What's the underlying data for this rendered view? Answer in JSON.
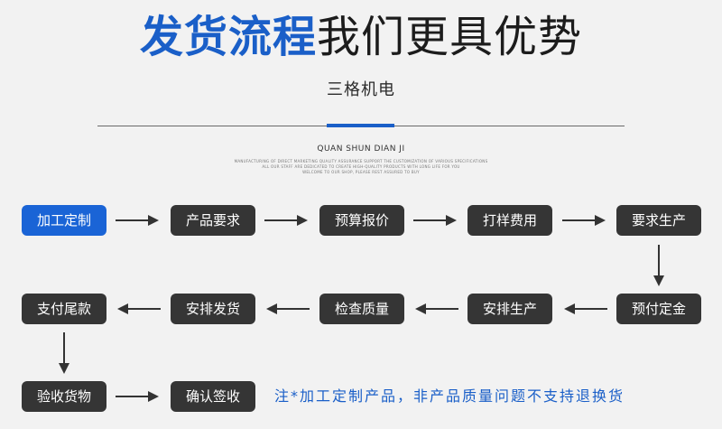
{
  "header": {
    "title_highlight": "发货流程",
    "title_rest": "我们更具优势",
    "subtitle": "三格机电",
    "brand_en": "QUAN SHUN DIAN JI",
    "fine_print": [
      "MANUFACTURING OF DIRECT MARKETING QUALITY ASSURANCE SUPPORT THE CUSTOMIZATION OF VARIOUS SPECIFICATIONS",
      "ALL OUR STAFF ARE DEDICATED TO CREATE HIGH-QUALITY PRODUCTS WITH LONG LIFE FOR YOU",
      "WELCOME TO OUR SHOP, PLEASE REST ASSURED TO BUY"
    ]
  },
  "flow": {
    "row1": [
      "加工定制",
      "产品要求",
      "预算报价",
      "打样费用",
      "要求生产"
    ],
    "row2": [
      "支付尾款",
      "安排发货",
      "检查质量",
      "安排生产",
      "预付定金"
    ],
    "row3": [
      "验收货物",
      "确认签收"
    ],
    "note": "注*加工定制产品，非产品质量问题不支持退换货"
  },
  "colors": {
    "accent": "#1a5fc8",
    "active_step": "#1a64d6",
    "step": "#353535",
    "background": "#f2f2f2"
  },
  "icons": {
    "arrow": "arrow-icon"
  }
}
